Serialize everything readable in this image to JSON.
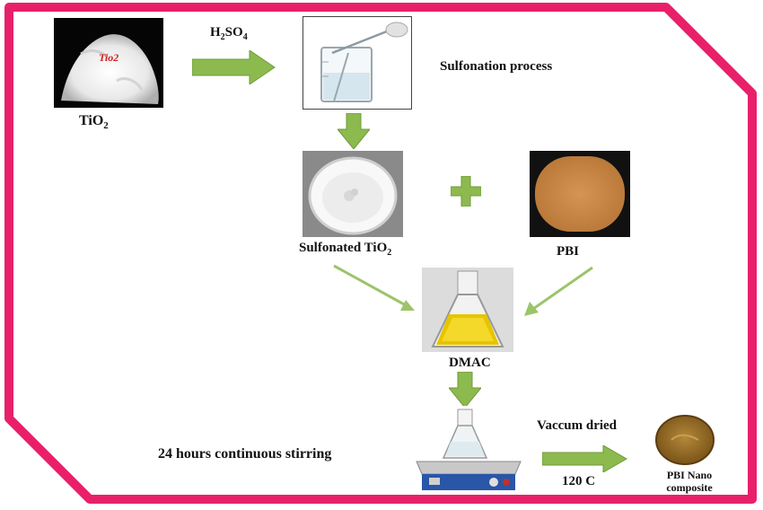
{
  "colors": {
    "frame": "#e8206a",
    "arrow": "#8cba4e",
    "thin_arrow": "#9cc46a",
    "tio2_label": "#d42020"
  },
  "steps": {
    "tio2": {
      "label": "TiO",
      "sub": "2",
      "photo_text": "Tio2"
    },
    "acid": {
      "label": "H",
      "sub1": "2",
      "mid": "SO",
      "sub2": "4"
    },
    "sulfonation": {
      "label": "Sulfonation process"
    },
    "sulfonated": {
      "label": "Sulfonated TiO",
      "sub": "2"
    },
    "pbi": {
      "label": "PBI"
    },
    "dmac": {
      "label": "DMAC"
    },
    "stirring": {
      "label": "24 hours continuous stirring"
    },
    "drying": {
      "label": "Vaccum dried",
      "temp": "120 C"
    },
    "product": {
      "line1": "PBI Nano",
      "line2": "composite"
    }
  },
  "icons": [
    "plus-icon",
    "arrow-right-icon",
    "arrow-down-icon"
  ]
}
